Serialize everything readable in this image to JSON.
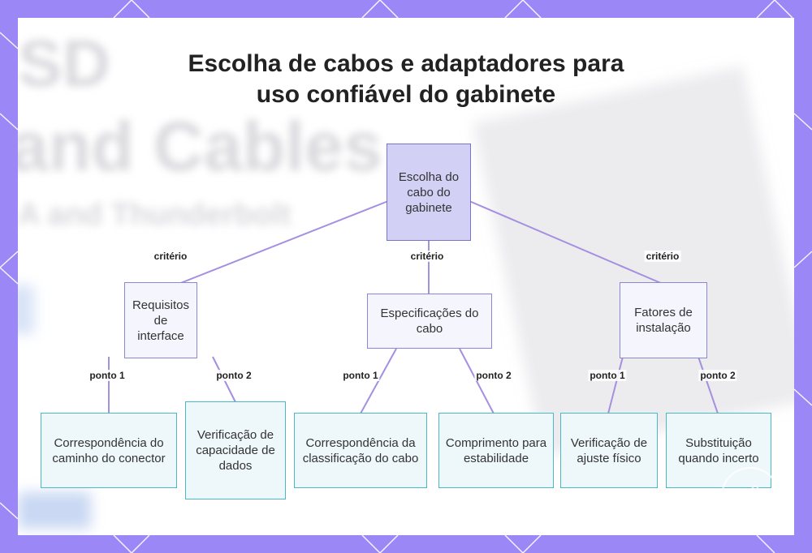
{
  "title_lines": [
    "Escolha de cabos e adaptadores para",
    "uso confiável do gabinete"
  ],
  "background_text": [
    "SD",
    "and Cables",
    "A and Thunderbolt"
  ],
  "nodes": {
    "root": "Escolha do cabo do gabinete",
    "interface": "Requisitos de interface",
    "cable_specs": "Especificações do cabo",
    "installation": "Fatores de instalação",
    "connector_path": "Correspondência do caminho do conector",
    "data_capacity": "Verificação de capacidade de dados",
    "cable_rating": "Correspondência da classificação do cabo",
    "length": "Comprimento para estabilidade",
    "fit": "Verificação de ajuste físico",
    "replace": "Substituição quando incerto"
  },
  "edge_labels": {
    "criterio": "critério",
    "ponto1": "ponto 1",
    "ponto2": "ponto 2"
  },
  "colors": {
    "frame": "#9b87f5",
    "root_fill": "#d3d0f5",
    "mid_border": "#8c86d6",
    "leaf_border": "#4bb8c6",
    "edge": "#a58fe0"
  }
}
